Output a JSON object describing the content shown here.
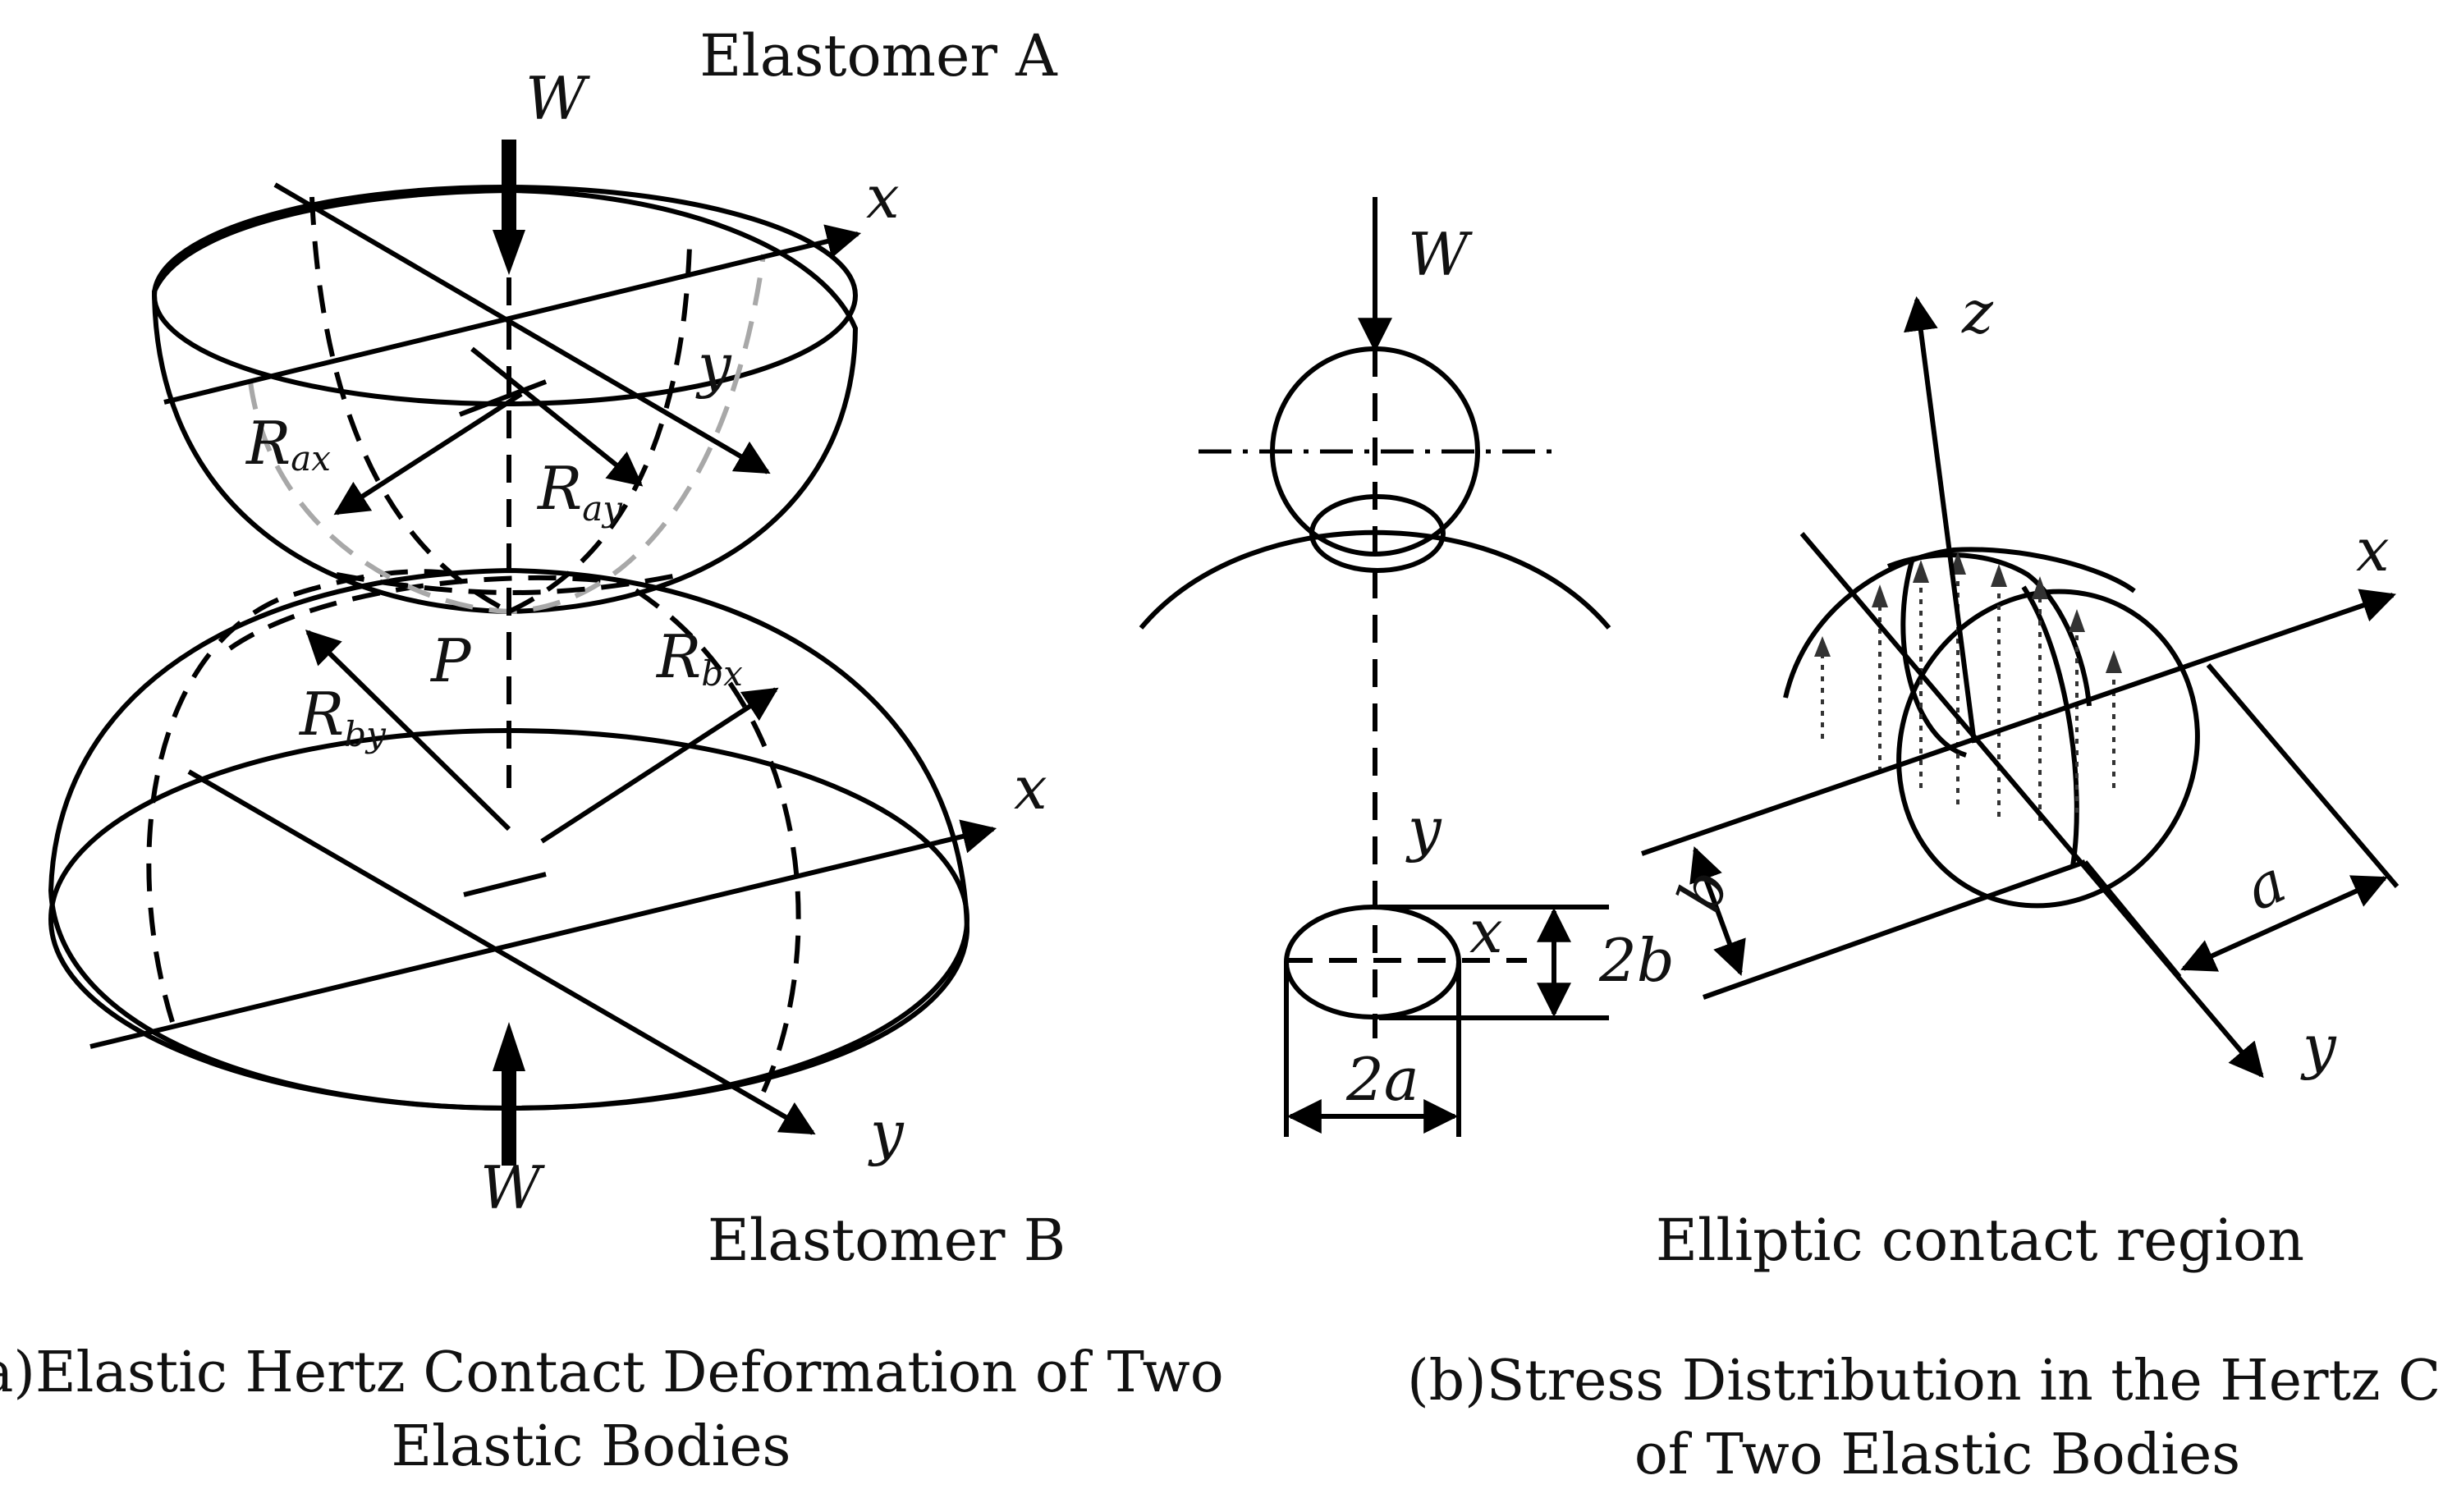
{
  "panel_a": {
    "top_label": "Elastomer A",
    "bottom_label": "Elastomer B",
    "load_top": "W",
    "load_bottom": "W",
    "axis_x_top": "x",
    "axis_y_top": "y",
    "axis_x_bottom": "x",
    "axis_y_bottom": "y",
    "radius_ax": {
      "main": "R",
      "sub": "ax"
    },
    "radius_ay": {
      "main": "R",
      "sub": "ay"
    },
    "radius_bx": {
      "main": "R",
      "sub": "bx"
    },
    "radius_by": {
      "main": "R",
      "sub": "by"
    },
    "contact_point": "P",
    "caption_line1": "(a)Elastic Hertz Contact Deformation of Two",
    "caption_line2": "Elastic Bodies"
  },
  "panel_b": {
    "load": "W",
    "axis_y_mid": "y",
    "axis_x_mid": "x",
    "dim_2b": "2b",
    "dim_2a": "2a",
    "axis_z": "z",
    "axis_x_right": "x",
    "axis_y_right": "y",
    "dim_a": "a",
    "dim_b": "b",
    "region_label": "Elliptic contact region",
    "caption_line1": "(b)Stress Distribution in the Hertz Conta",
    "caption_line2": "of Two Elastic Bodies"
  },
  "colors": {
    "body_a_fill": "#b3e3ec",
    "body_b_side": "#f8dcdc",
    "body_b_top": "#f2b8b8",
    "contact_fill": "#fdd24a",
    "line": "#000000",
    "hidden_dash": "#a8a8a8"
  }
}
